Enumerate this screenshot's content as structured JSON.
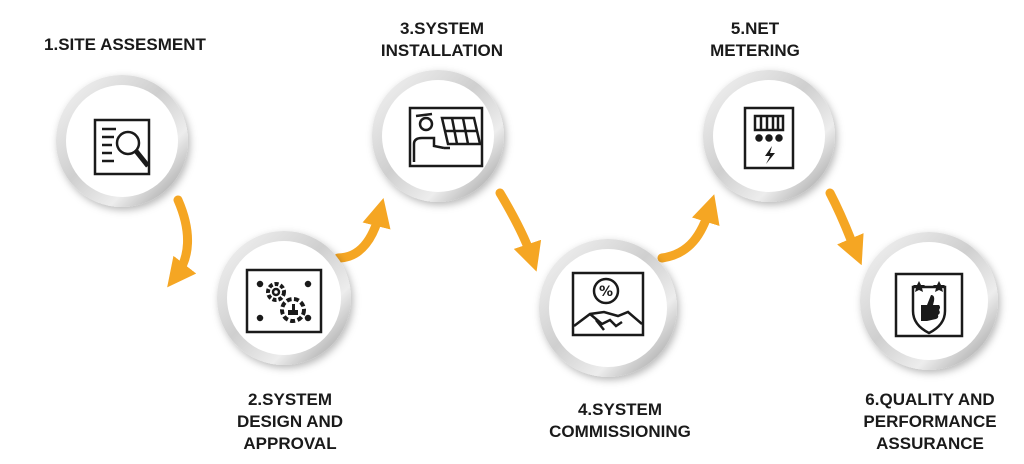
{
  "steps": [
    {
      "number": "1.",
      "lines": [
        "SITE ASSESMENT"
      ],
      "icon": "document-search-icon"
    },
    {
      "number": "2.",
      "lines": [
        "SYSTEM",
        "DESIGN AND",
        "APPROVAL"
      ],
      "icon": "gears-design-icon"
    },
    {
      "number": "3.",
      "lines": [
        "SYSTEM",
        "INSTALLATION"
      ],
      "icon": "solar-panel-installer-icon"
    },
    {
      "number": "4.",
      "lines": [
        "SYSTEM",
        "COMMISSIONING"
      ],
      "icon": "handshake-percent-icon"
    },
    {
      "number": "5.",
      "lines": [
        "NET",
        "METERING"
      ],
      "icon": "electric-meter-icon"
    },
    {
      "number": "6.",
      "lines": [
        "QUALITY AND",
        "PERFORMANCE",
        "ASSURANCE"
      ],
      "icon": "thumbs-up-shield-icon"
    }
  ],
  "colors": {
    "arrow": "#f5a623",
    "ring_light": "#f2f2f2",
    "ring_dark": "#9a9a9a",
    "icon": "#1a1a1a"
  }
}
